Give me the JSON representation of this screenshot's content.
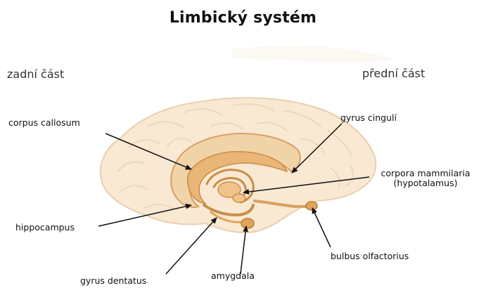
{
  "title": "Limbický systém",
  "orientation": {
    "posterior": "zadní část",
    "anterior": "přední část"
  },
  "labels": {
    "corpus_callosum": "corpus callosum",
    "gyrus_cinguli": "gyrus cingulí",
    "corpora_mammilaria": "corpora mammilaria",
    "hypotalamus": "(hypotalamus)",
    "hippocampus": "hippocampus",
    "bulbus_olfactorius": "bulbus olfactorius",
    "gyrus_dentatus": "gyrus dentatus",
    "amygdala": "amygdala"
  },
  "colors": {
    "brain_fill": "#f9e7d0",
    "limbic": "#e0a55a",
    "limbic_dark": "#b97a30",
    "outline": "#e3c9a6",
    "arrow": "#111111"
  }
}
